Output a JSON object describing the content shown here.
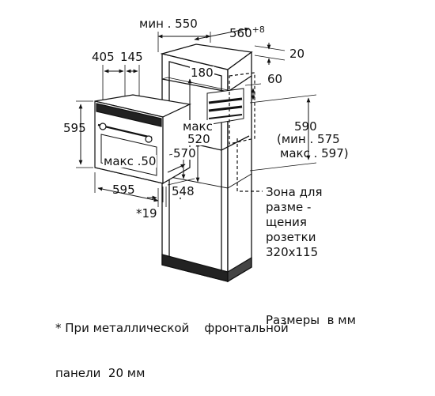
{
  "dimensions": {
    "min_550": "мин . 550",
    "d560": "560",
    "d560_sup": "+8",
    "d20": "20",
    "d405": "405",
    "d145": "145",
    "d180": "180",
    "d60": "60",
    "d595_left": "595",
    "maks": "макс",
    "d520": "520",
    "d590": "590",
    "min_575": "(мин . 575",
    "maks_597": "макс . 597)",
    "d570": "570",
    "maks_50": "макс .50",
    "d595_bottom": "595",
    "d548": "548",
    "star19": "*19"
  },
  "socket_zone": [
    "Зона для",
    "разме -",
    "щения",
    "розетки",
    "320х115"
  ],
  "footnote": [
    "* При металлической    фронтальной",
    "панели  20 мм"
  ],
  "units": "Размеры  в мм"
}
